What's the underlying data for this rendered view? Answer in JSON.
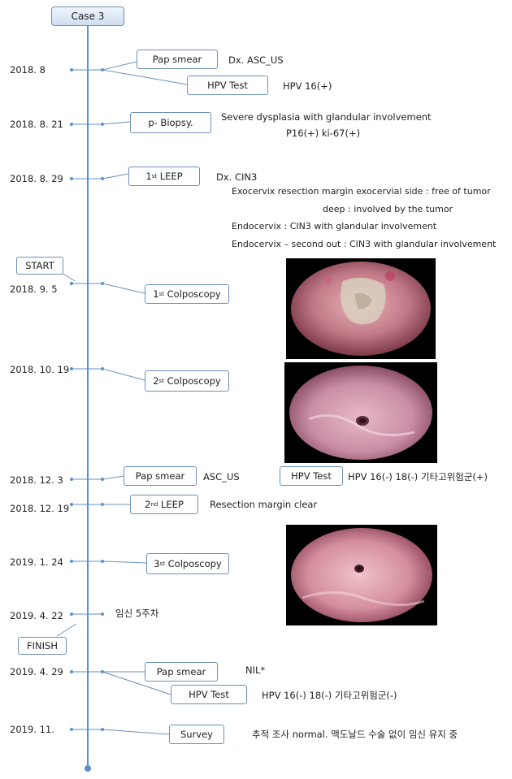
{
  "case_label": "Case 3",
  "events": [
    {
      "date": "2018. 8",
      "box1": "Pap smear",
      "result1": "Dx. ASC_US",
      "box2": "HPV Test",
      "result2": "HPV 16(+)"
    },
    {
      "date": "2018. 8. 21",
      "box": "p- Biopsy.",
      "result_line1": "Severe dysplasia with glandular involvement",
      "result_line2": "P16(+) ki-67(+)"
    },
    {
      "date": "2018. 8. 29",
      "box_prefix": "1",
      "box_sup": "st",
      "box_suffix": " LEEP",
      "result": "Dx. CIN3",
      "details": [
        "Exocervix resection margin exocervial side : free of tumor",
        "deep : involved by the tumor",
        "Endocervix : CIN3 with glandular involvement",
        "Endocervix – second out : CIN3 with glandular involvement"
      ]
    },
    {
      "date": "2018. 9. 5",
      "box_prefix": "1",
      "box_sup": "st",
      "box_suffix": " Colposcopy"
    },
    {
      "date": "2018. 10. 19",
      "box_prefix": "2",
      "box_sup": "st",
      "box_suffix": " Colposcopy"
    },
    {
      "date": "2018. 12. 3",
      "box1": "Pap smear",
      "result1": "ASC_US",
      "box2": "HPV Test",
      "result2": "HPV 16(-) 18(-) 기타고위험군(+)"
    },
    {
      "date": "2018. 12. 19",
      "box_prefix": "2",
      "box_sup": "nd",
      "box_suffix": " LEEP",
      "result": "Resection margin clear"
    },
    {
      "date": "2019. 1. 24",
      "box_prefix": "3",
      "box_sup": "st",
      "box_suffix": " Colposcopy"
    },
    {
      "date": "2019. 4. 22",
      "result": "임신 5주차"
    },
    {
      "date": "2019. 4. 29",
      "box1": "Pap smear",
      "result1": "NIL*",
      "box2": "HPV Test",
      "result2": "HPV 16(-) 18(-) 기타고위험군(-)"
    },
    {
      "date": "2019. 11.",
      "box": "Survey",
      "result": "추적 조사 normal. 맥도날드 수술 없이 임신 유지 중"
    }
  ],
  "start_label": "START",
  "finish_label": "FINISH",
  "colors": {
    "axis": "#5b8fc9",
    "box_border": "#6e8fb8",
    "dot": "#5b8fc9"
  },
  "colposcopy_images": [
    {
      "event": "2018. 9. 5",
      "overlay_lines": [
        "",
        "",
        ""
      ]
    },
    {
      "event": "2018. 10. 19",
      "overlay_lines": [
        "",
        "",
        ""
      ]
    },
    {
      "event": "2019. 1. 24",
      "overlay_lines": [
        "",
        "",
        ""
      ]
    }
  ]
}
